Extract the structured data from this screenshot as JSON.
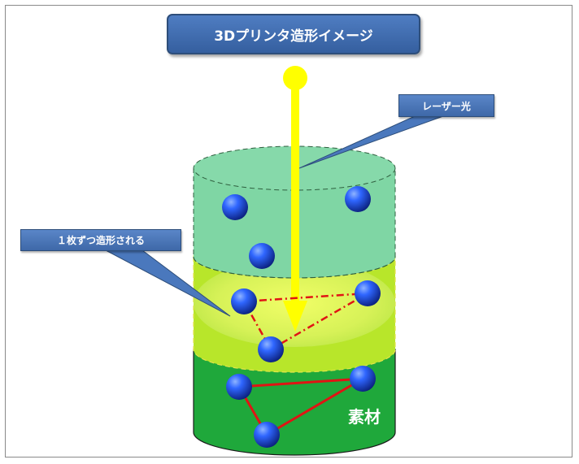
{
  "title": "3Dプリンタ造形イメージ",
  "callouts": {
    "laser": "レーザー光",
    "layer": "１枚ずつ造形される"
  },
  "material_label": "素材",
  "colors": {
    "title_fill": "#4a78bd",
    "callout_fill": "#4a78bd",
    "top_layer": "#7fd6a4",
    "active_layer": "#42c142",
    "material": "#1fa83b",
    "laser": "#ffff00",
    "path": "#e01414",
    "particle": "#1f4fd8"
  },
  "icons": {
    "particles": "blue-sphere",
    "laser_source": "yellow-dot",
    "laser_beam": "down-arrow"
  }
}
